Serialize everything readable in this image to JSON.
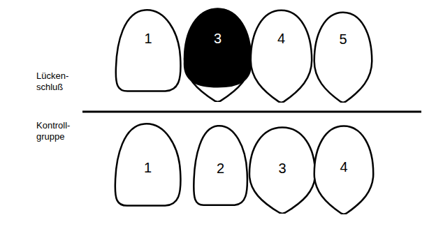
{
  "diagram": {
    "nodes": [
      {
        "text": [
          "1"
        ]
      },
      {
        "text": [
          "3"
        ]
      },
      {
        "text": [
          "4"
        ]
      },
      {
        "text": [
          "5"
        ]
      },
      {
        "text": [
          "1"
        ]
      },
      {
        "text": [
          "2"
        ]
      },
      {
        "text": [
          "3"
        ]
      },
      {
        "text": [
          "4"
        ]
      }
    ],
    "labels": [
      "Lücken- schluß",
      "Kontroll- gruppe"
    ]
  }
}
